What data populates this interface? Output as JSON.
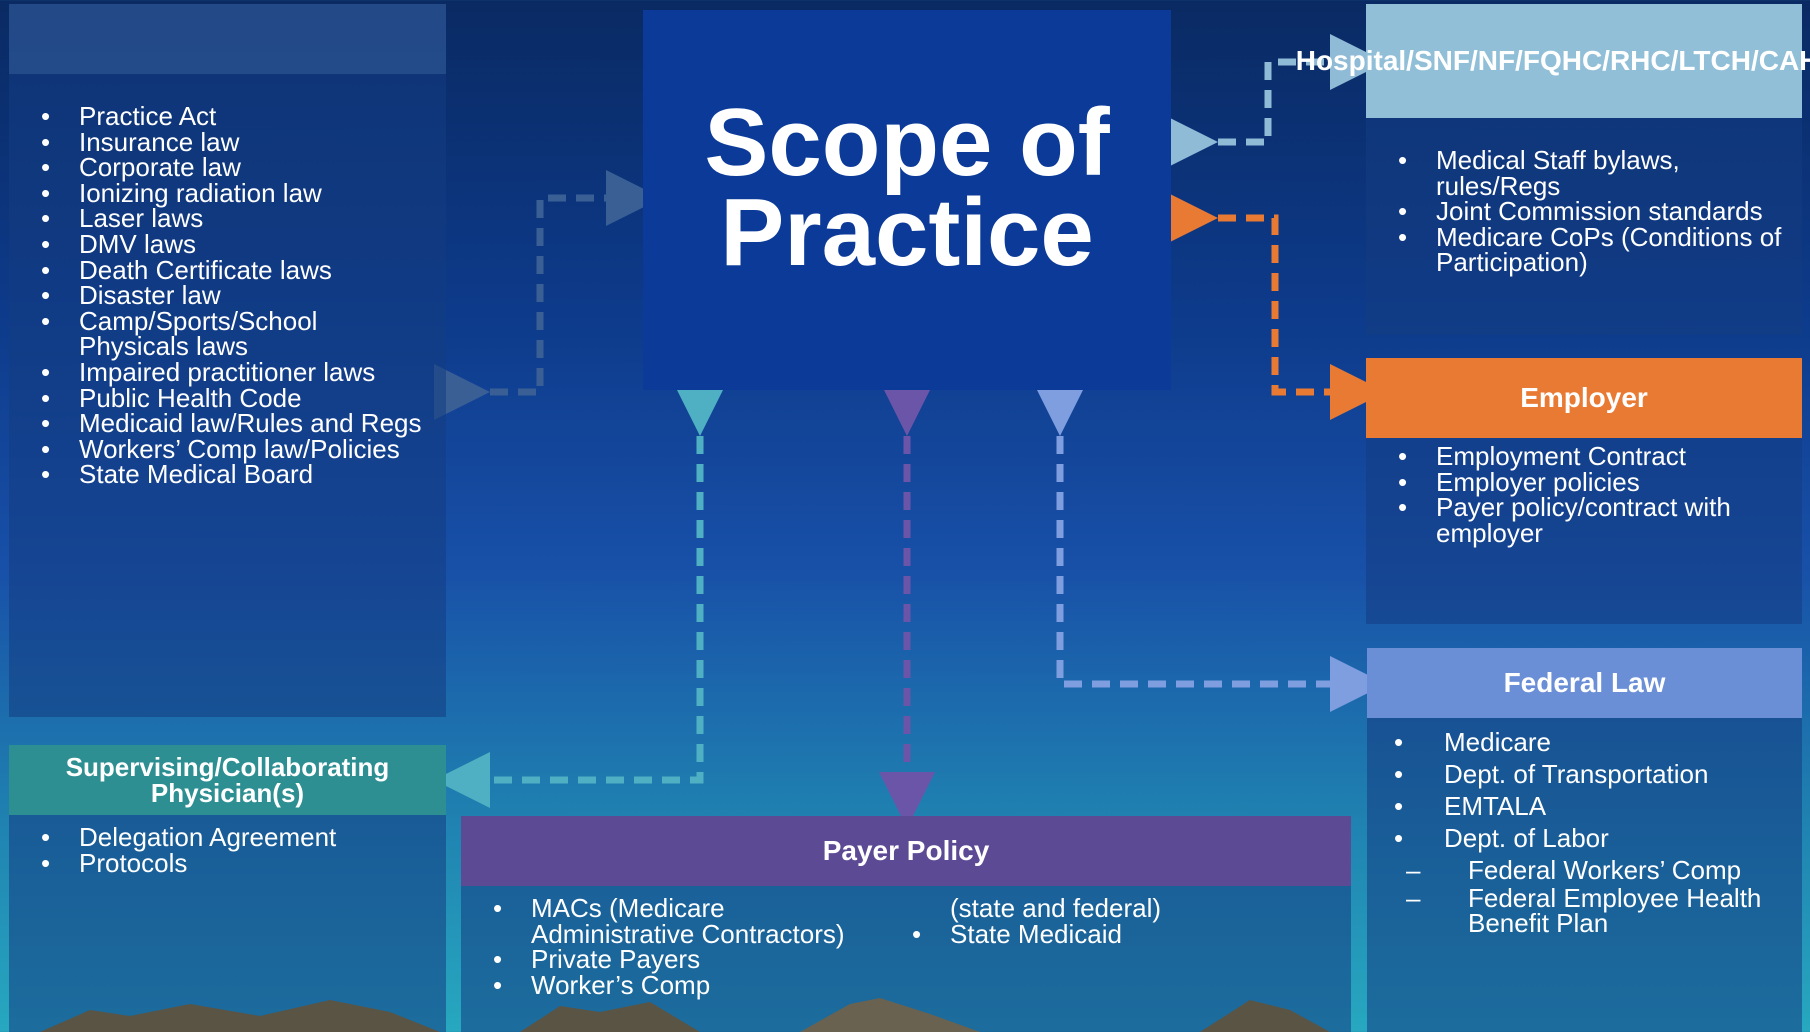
{
  "title": "Scope of Practice",
  "state_law": {
    "items": [
      "Practice Act",
      "Insurance law",
      "Corporate law",
      "Ionizing radiation law",
      "Laser laws",
      "DMV laws",
      "Death Certificate laws",
      "Disaster law",
      "Camp/Sports/School Physicals laws",
      "Impaired practitioner laws",
      "Public Health Code",
      "Medicaid law/Rules and Regs",
      "Workers’ Comp law/Policies",
      "State Medical Board"
    ]
  },
  "hospital": {
    "title": "Hospital/SNF/NF/FQHC/RHC/LTCH/CAH/IRF",
    "items": [
      "Medical Staff bylaws, rules/Regs",
      "Joint Commission standards",
      "Medicare CoPs (Conditions of Participation)"
    ]
  },
  "employer": {
    "title": "Employer",
    "items": [
      "Employment Contract",
      "Employer policies",
      "Payer policy/contract with employer"
    ]
  },
  "federal": {
    "title": "Federal Law",
    "items": [
      "Medicare",
      "Dept. of Transportation",
      "EMTALA",
      "Dept. of Labor"
    ],
    "subitems": [
      "Federal Workers’ Comp",
      "Federal Employee Health Benefit Plan"
    ]
  },
  "supervising": {
    "title": "Supervising/Collaborating Physician(s)",
    "items": [
      "Delegation Agreement",
      "Protocols"
    ]
  },
  "payer": {
    "title": "Payer Policy",
    "items_left": [
      "MACs (Medicare Administrative Contractors)",
      "Private Payers",
      "Worker’s Comp"
    ],
    "continuation": "(state and federal)",
    "items_right": [
      "State Medicaid"
    ]
  },
  "bullet": "•",
  "dash": "–",
  "colors": {
    "hospital_header": "#92bfd8",
    "employer_header": "#e87a33",
    "federal_header": "#6b8fd6",
    "supervising_header": "#2e8f92",
    "payer_header": "#5c4a95",
    "center_box": "#0b3a99"
  }
}
